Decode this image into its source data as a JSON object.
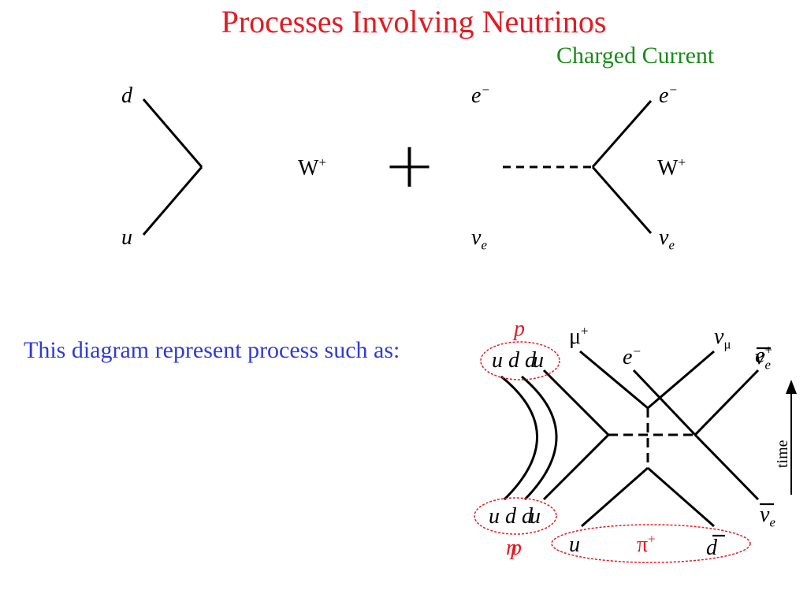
{
  "slide": {
    "title": "Processes Involving Neutrinos",
    "subtitle": "Charged Current"
  },
  "top_left_vertex": {
    "upper_quark": "d",
    "lower_quark": "u",
    "boson": "W",
    "boson_charge": "+"
  },
  "plus_sign": "+",
  "top_right_vertex": {
    "left_upper": "e",
    "left_upper_charge": "−",
    "left_lower": "ν",
    "left_lower_sub": "e",
    "right_upper": "e",
    "right_upper_charge": "−",
    "right_lower": "ν",
    "right_lower_sub": "e",
    "boson": "W",
    "boson_charge": "+"
  },
  "caption": "This diagram represent process such as:",
  "process_diagram": {
    "top_hadron_red": "p",
    "top_hadron_quarks": [
      "u",
      "d",
      "d"
    ],
    "top_hadron_overlap": "u",
    "muon": "μ",
    "muon_charge": "+",
    "numu": "ν",
    "numu_sub": "μ",
    "electron": "e",
    "electron_charge": "−",
    "positron_overlap": "e",
    "positron_charge": "+",
    "antinu_top": "ν",
    "antinu_top_sub": "e",
    "bottom_hadron_quarks": [
      "u",
      "d",
      "d"
    ],
    "bottom_hadron_overlap": "u",
    "bottom_hadron_red": "n",
    "bottom_hadron_red_overlap": "p",
    "antinu_bottom": "ν",
    "antinu_bottom_sub": "e",
    "pion_u": "u",
    "pion": "π",
    "pion_charge": "+",
    "pion_dbar": "d",
    "time_label": "time"
  },
  "colors": {
    "title": "#e31b23",
    "subtitle": "#1a8a1a",
    "caption": "#2e3ad8",
    "ellipse": "#e31b23",
    "lines": "#000000"
  }
}
